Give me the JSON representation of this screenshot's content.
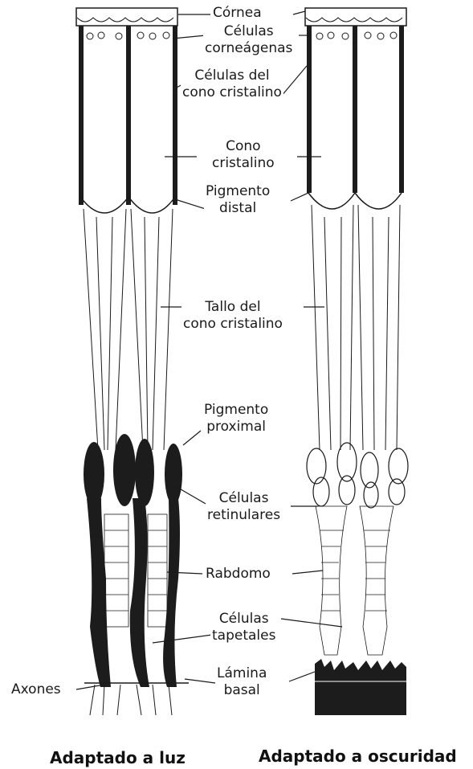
{
  "labels": {
    "cornea": "Córnea",
    "corneagen_1": "Células",
    "corneagen_2": "corneágenas",
    "cone_cells_1": "Células del",
    "cone_cells_2": "cono cristalino",
    "cone_1": "Cono",
    "cone_2": "cristalino",
    "distal_1": "Pigmento",
    "distal_2": "distal",
    "stalk_1": "Tallo del",
    "stalk_2": "cono cristalino",
    "proximal_1": "Pigmento",
    "proximal_2": "proximal",
    "retinular_1": "Células",
    "retinular_2": "retinulares",
    "rhabdom": "Rabdomo",
    "tapetal_1": "Células",
    "tapetal_2": "tapetales",
    "basal_1": "Lámina",
    "basal_2": "basal",
    "axons": "Axones"
  },
  "captions": {
    "light": "Adaptado a luz",
    "dark": "Adaptado a oscuridad"
  },
  "colors": {
    "ink": "#1a1a1a",
    "pigment": "#1c1c1c"
  }
}
